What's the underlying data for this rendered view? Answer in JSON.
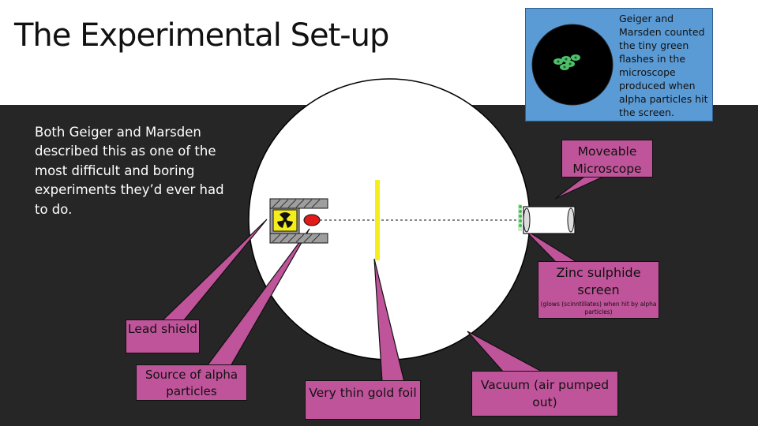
{
  "title": "The Experimental Set-up",
  "note": "Both Geiger and Marsden described this as one of the most difficult and boring experiments they’d ever had to do.",
  "flash_box": {
    "text": "Geiger and Marsden counted the tiny green flashes in the microscope produced when alpha particles hit the screen."
  },
  "callouts": {
    "lead_shield": "Lead shield",
    "source": "Source of alpha particles",
    "gold_foil": "Very thin gold foil",
    "vacuum": "Vacuum (air pumped out)",
    "microscope": "Moveable Microscope",
    "zinc_screen": "Zinc sulphide screen",
    "zinc_note": "(glows (scinntillates) when hit by alpha particles)"
  },
  "colors": {
    "background": "#262626",
    "callout": "#c0549a",
    "foil": "#f5ee1c",
    "flash_box": "#5b9bd5",
    "flash": "#4fc06a",
    "source": "#e11a1a"
  },
  "icons": [
    "radiation-icon",
    "alpha-source-icon",
    "microscope-icon"
  ]
}
